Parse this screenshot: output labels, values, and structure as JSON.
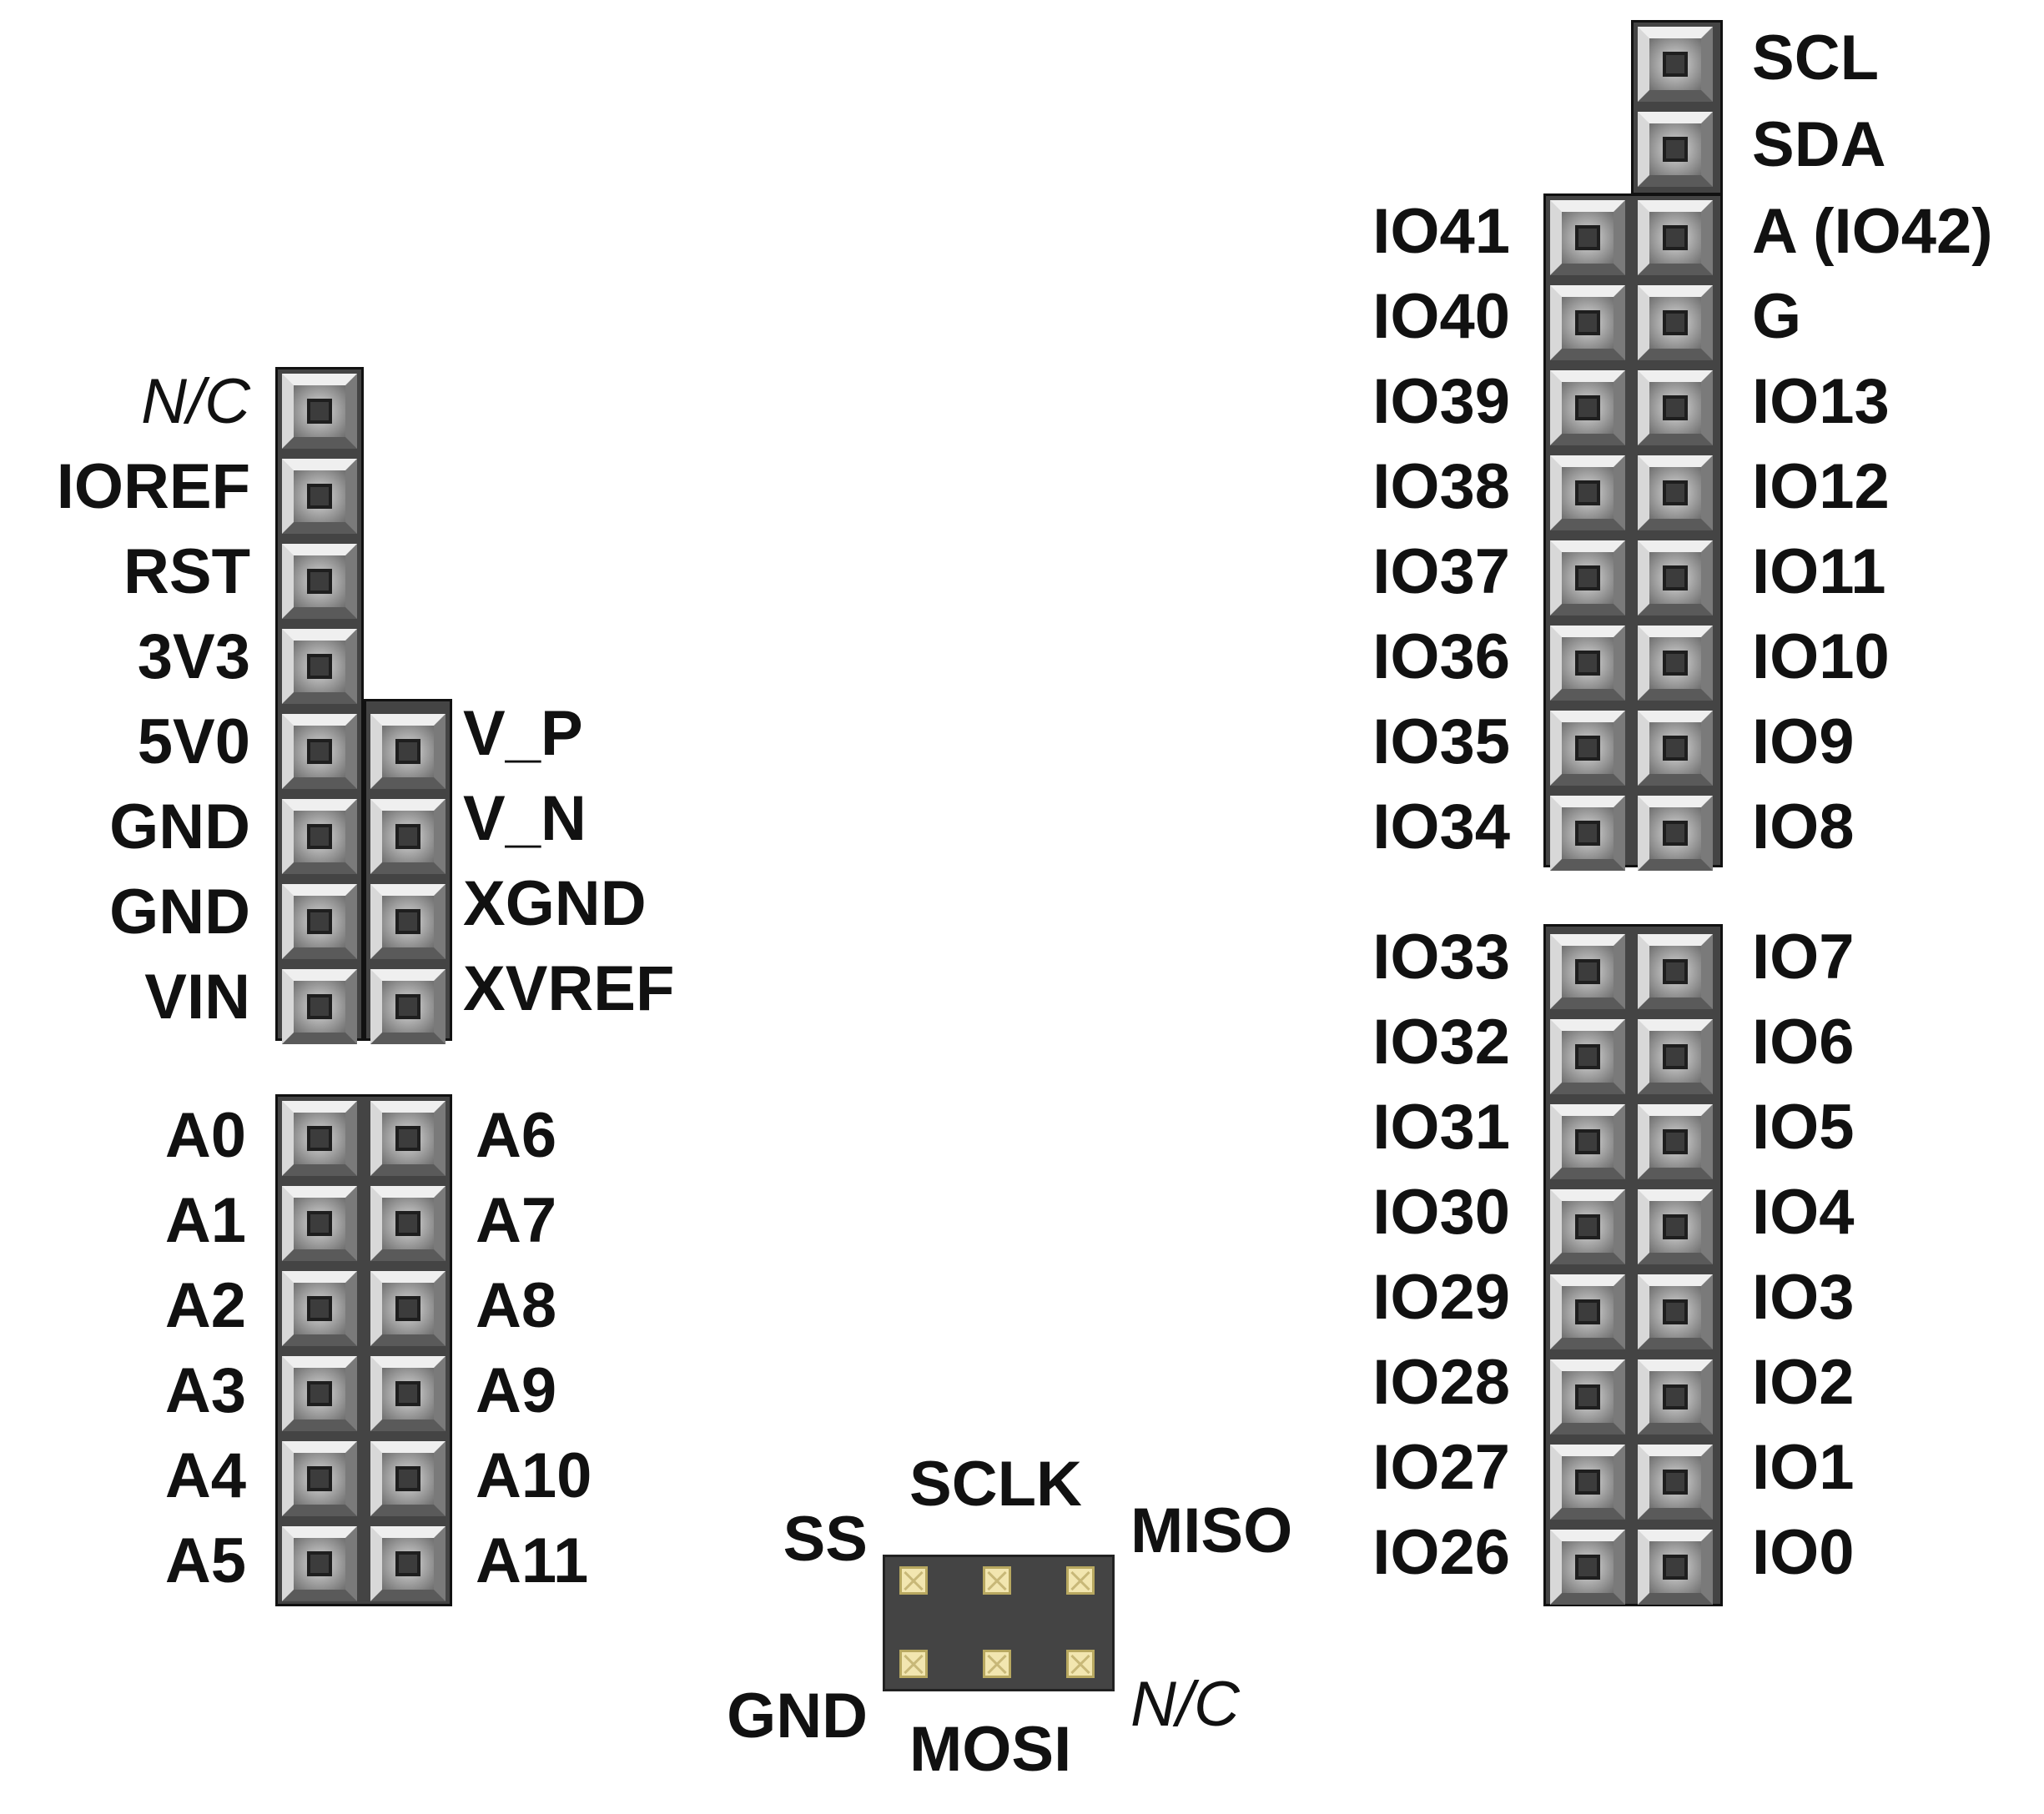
{
  "power_header": {
    "left_labels": [
      "N/C",
      "IOREF",
      "RST",
      "3V3",
      "5V0",
      "GND",
      "GND",
      "VIN"
    ],
    "right_labels": [
      "V_P",
      "V_N",
      "XGND",
      "XVREF"
    ]
  },
  "analog_header": {
    "left_labels": [
      "A0",
      "A1",
      "A2",
      "A3",
      "A4",
      "A5"
    ],
    "right_labels": [
      "A6",
      "A7",
      "A8",
      "A9",
      "A10",
      "A11"
    ]
  },
  "upper_digital_header": {
    "top_single_labels": [
      "SCL",
      "SDA"
    ],
    "left_labels": [
      "IO41",
      "IO40",
      "IO39",
      "IO38",
      "IO37",
      "IO36",
      "IO35",
      "IO34"
    ],
    "right_labels": [
      "A (IO42)",
      "G",
      "IO13",
      "IO12",
      "IO11",
      "IO10",
      "IO9",
      "IO8"
    ]
  },
  "lower_digital_header": {
    "left_labels": [
      "IO33",
      "IO32",
      "IO31",
      "IO30",
      "IO29",
      "IO28",
      "IO27",
      "IO26"
    ],
    "right_labels": [
      "IO7",
      "IO6",
      "IO5",
      "IO4",
      "IO3",
      "IO2",
      "IO1",
      "IO0"
    ]
  },
  "spi_header": {
    "top_labels": [
      "SS",
      "SCLK",
      "MISO"
    ],
    "bottom_labels": [
      "GND",
      "MOSI",
      "N/C"
    ]
  }
}
